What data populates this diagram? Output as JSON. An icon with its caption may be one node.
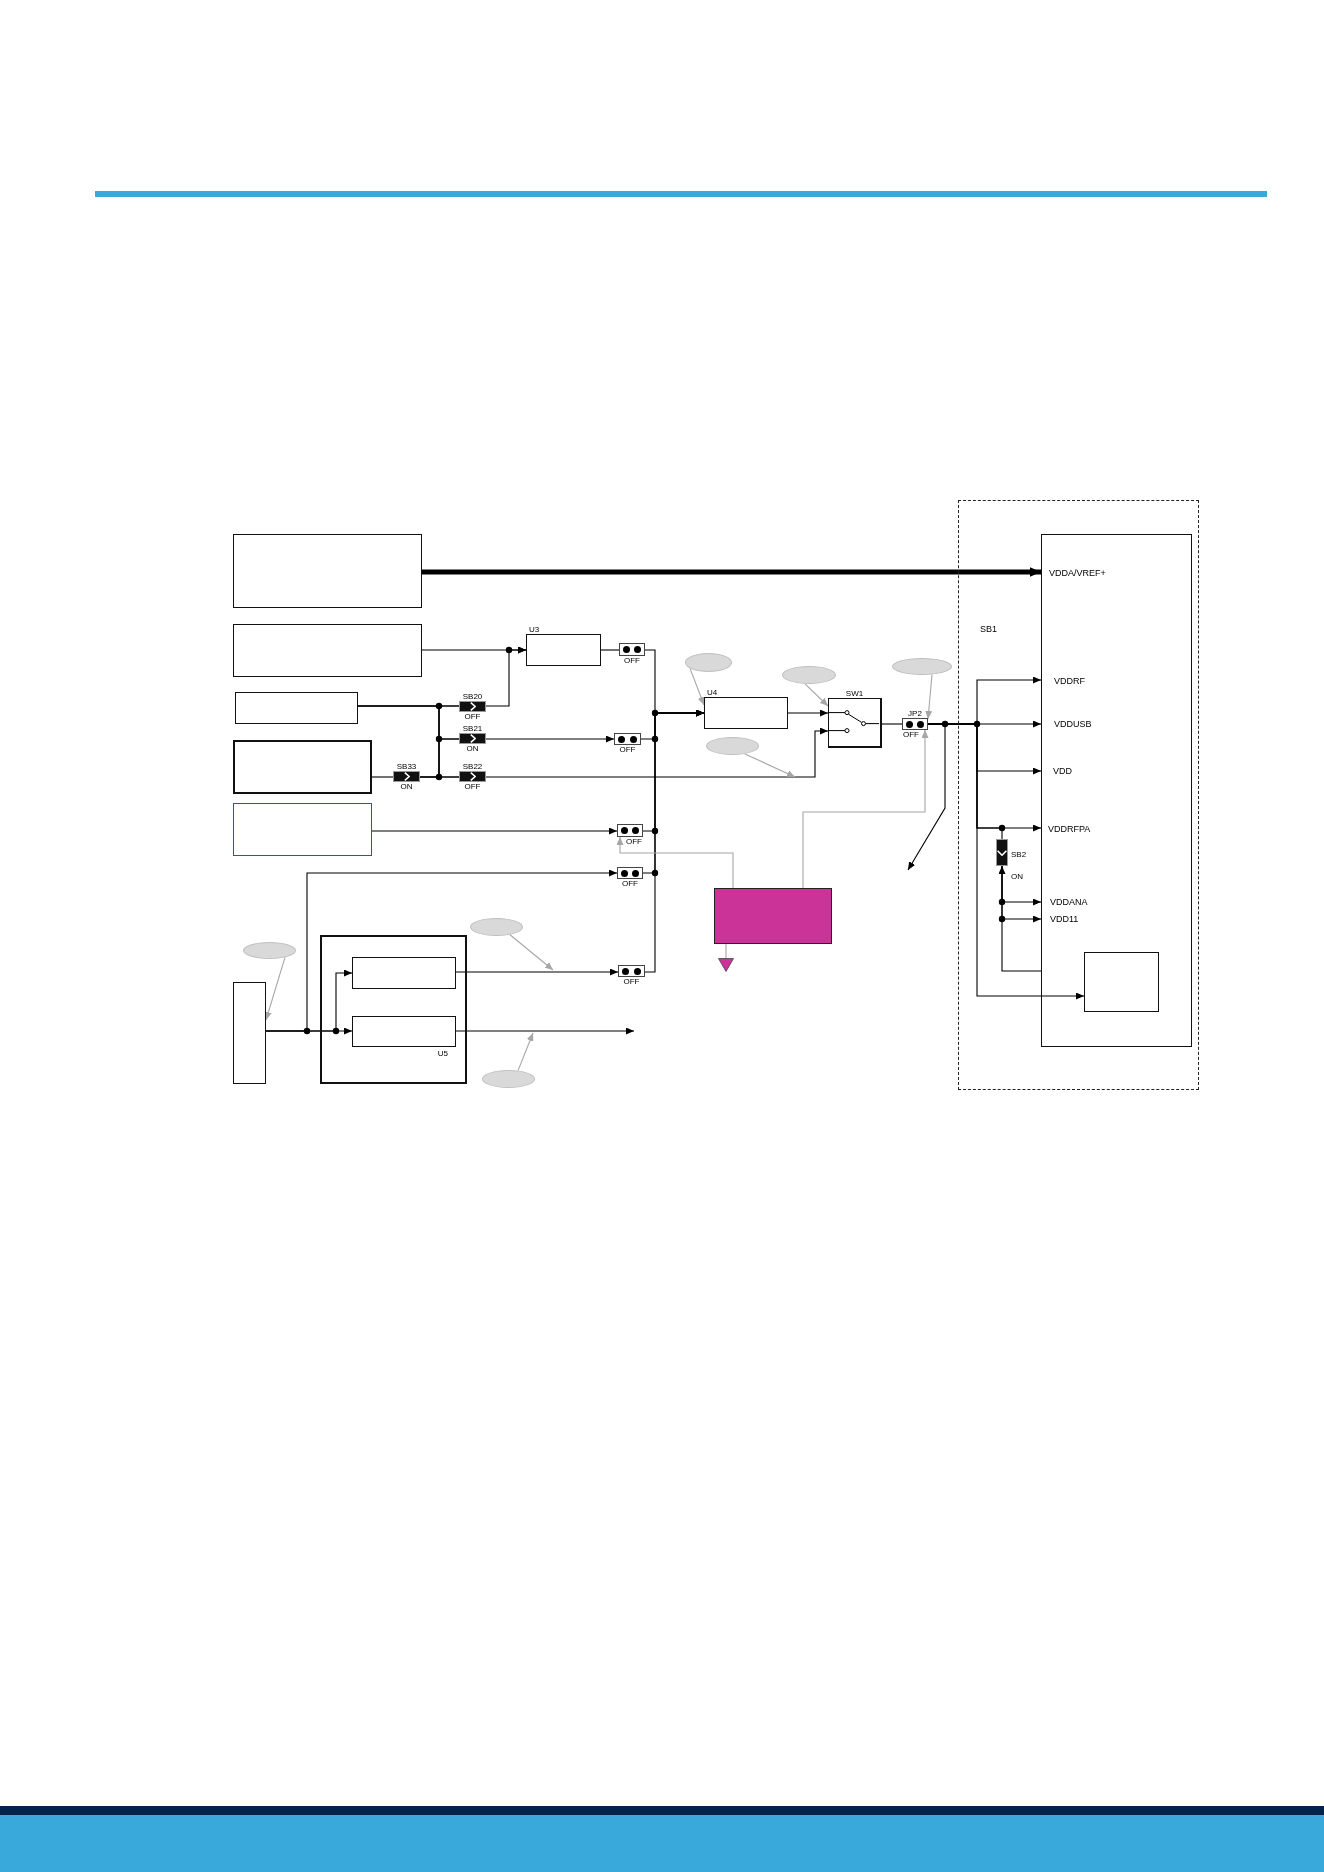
{
  "diagram": {
    "nodes": [
      {
        "text": [],
        "shape": "box"
      },
      {
        "text": [],
        "shape": "box"
      },
      {
        "text": [],
        "shape": "box"
      },
      {
        "text": [],
        "shape": "box"
      },
      {
        "text": [],
        "shape": "box"
      },
      {
        "text": [],
        "shape": "box"
      },
      {
        "text": [
          "U5"
        ]
      },
      {
        "text": [],
        "shape": "box",
        "in": 6
      },
      {
        "text": [],
        "shape": "box",
        "in": 6
      },
      {
        "text": [
          "U3"
        ]
      },
      {
        "text": [
          "SB20",
          "OFF"
        ]
      },
      {
        "text": [
          "SB21",
          "ON"
        ]
      },
      {
        "text": [
          "SB33",
          "ON"
        ]
      },
      {
        "text": [
          "SB22",
          "OFF"
        ]
      },
      {
        "text": [
          "OFF"
        ]
      },
      {
        "text": [
          "OFF"
        ]
      },
      {
        "text": [
          "OFF"
        ]
      },
      {
        "text": [
          "OFF"
        ]
      },
      {
        "text": [
          "OFF"
        ]
      },
      {
        "text": [
          "U4"
        ]
      },
      {
        "text": [
          "SW1"
        ]
      },
      {
        "text": [
          "JP2",
          "OFF"
        ]
      },
      {
        "text": [],
        "shape": "box"
      },
      {
        "text": [],
        "shape": "triangle"
      },
      {
        "text": [],
        "shape": "box"
      },
      {
        "text": [],
        "shape": "box",
        "in": 24
      },
      {
        "text": [],
        "shape": "box",
        "in": 25
      },
      {
        "text": [
          "SB2",
          "ON"
        ],
        "in": 24
      },
      {
        "text": [],
        "shape": "ellipse"
      },
      {
        "text": [],
        "shape": "ellipse"
      },
      {
        "text": [],
        "shape": "ellipse"
      },
      {
        "text": [],
        "shape": "ellipse"
      },
      {
        "text": [],
        "shape": "ellipse"
      },
      {
        "text": [],
        "shape": "ellipse"
      },
      {
        "text": [],
        "shape": "ellipse"
      }
    ],
    "edges": [
      {
        "from": 0,
        "to": 25,
        "arrow": "to",
        "style": "thick"
      },
      {
        "from": 1,
        "to": 9,
        "arrow": "to"
      },
      {
        "from": 2,
        "to": 10,
        "arrow": "none"
      },
      {
        "from": 2,
        "to": 11,
        "arrow": "none"
      },
      {
        "from": 2,
        "to": 13,
        "arrow": "none"
      },
      {
        "from": 12,
        "to": 10,
        "arrow": "none"
      },
      {
        "from": 12,
        "to": 11,
        "arrow": "none"
      },
      {
        "from": 12,
        "to": 13,
        "arrow": "none"
      },
      {
        "from": 3,
        "to": 12,
        "arrow": "none"
      },
      {
        "from": 10,
        "to": 9,
        "arrow": "to"
      },
      {
        "from": 11,
        "to": 15,
        "arrow": "to"
      },
      {
        "from": 13,
        "to": 20,
        "arrow": "to"
      },
      {
        "from": 9,
        "to": 14,
        "arrow": "none"
      },
      {
        "from": 14,
        "to": 19,
        "arrow": "to"
      },
      {
        "from": 15,
        "to": 19,
        "arrow": "to"
      },
      {
        "from": 4,
        "to": 16,
        "arrow": "to"
      },
      {
        "from": 16,
        "to": 19,
        "arrow": "to"
      },
      {
        "from": 5,
        "to": 17,
        "arrow": "to"
      },
      {
        "from": 17,
        "to": 19,
        "arrow": "to"
      },
      {
        "from": 5,
        "to": 7,
        "arrow": "to"
      },
      {
        "from": 5,
        "to": 8,
        "arrow": "to"
      },
      {
        "from": 7,
        "to": 18,
        "arrow": "to"
      },
      {
        "from": 18,
        "to": 19,
        "arrow": "to"
      },
      {
        "from": 8,
        "to": null,
        "arrow": "to"
      },
      {
        "from": 19,
        "to": 20,
        "arrow": "to"
      },
      {
        "from": 20,
        "to": 21,
        "arrow": "none"
      },
      {
        "from": 21,
        "to": 25,
        "arrow": "to"
      },
      {
        "from": 21,
        "to": 25,
        "arrow": "to"
      },
      {
        "from": 21,
        "to": 25,
        "arrow": "to"
      },
      {
        "from": 21,
        "to": 25,
        "arrow": "to"
      },
      {
        "from": 21,
        "to": 27,
        "arrow": "none"
      },
      {
        "from": 21,
        "to": 26,
        "arrow": "to"
      },
      {
        "from": 27,
        "to": 25,
        "arrow": "to"
      },
      {
        "from": 27,
        "to": 25,
        "arrow": "to"
      },
      {
        "from": 25,
        "to": 27,
        "arrow": "to"
      },
      {
        "from": 21,
        "to": null,
        "arrow": "to"
      },
      {
        "from": 22,
        "to": 16,
        "arrow": "to",
        "color": "#a6a6a6"
      },
      {
        "from": 22,
        "to": 21,
        "arrow": "to",
        "color": "#a6a6a6"
      },
      {
        "from": 22,
        "to": 23,
        "arrow": "none",
        "color": "#a6a6a6"
      },
      {
        "from": 28,
        "to": 19,
        "arrow": "to",
        "color": "#a6a6a6"
      },
      {
        "from": 29,
        "to": 20,
        "arrow": "to",
        "color": "#a6a6a6"
      },
      {
        "from": 30,
        "to": 21,
        "arrow": "to",
        "color": "#a6a6a6"
      },
      {
        "from": 31,
        "to": null,
        "arrow": "to",
        "color": "#a6a6a6"
      },
      {
        "from": 32,
        "to": 5,
        "arrow": "to",
        "color": "#a6a6a6"
      },
      {
        "from": 33,
        "to": null,
        "arrow": "to",
        "color": "#a6a6a6"
      },
      {
        "from": 34,
        "to": null,
        "arrow": "to",
        "color": "#a6a6a6"
      }
    ],
    "labels": [
      "VDDA/VREF+",
      "SB1",
      "VDDRF",
      "VDDUSB",
      "VDD",
      "VDDRFPA",
      "VDDANA",
      "VDD11"
    ]
  }
}
